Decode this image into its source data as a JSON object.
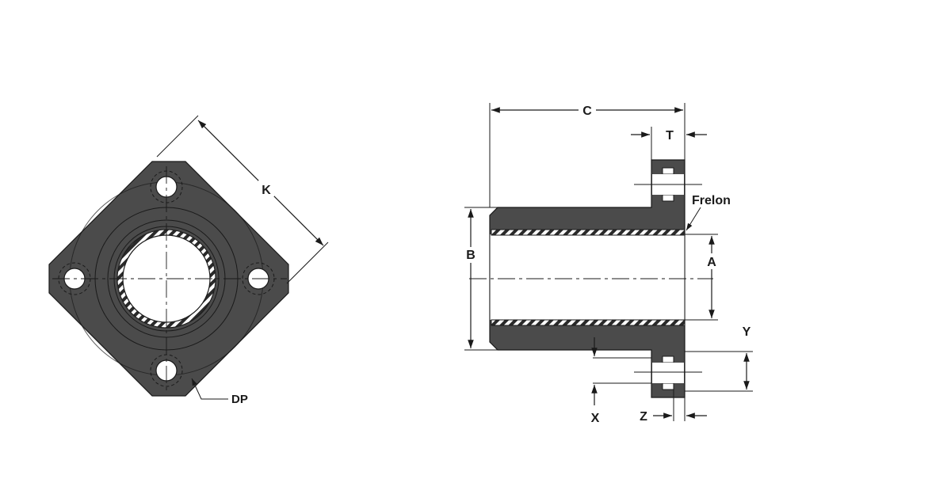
{
  "labels": {
    "K": "K",
    "DP": "DP",
    "C": "C",
    "T": "T",
    "Frelon": "Frelon",
    "B": "B",
    "A": "A",
    "Y": "Y",
    "X": "X",
    "Z": "Z"
  },
  "colors": {
    "body": "#4b4b4b",
    "line": "#1a1a1a",
    "background": "#ffffff"
  }
}
